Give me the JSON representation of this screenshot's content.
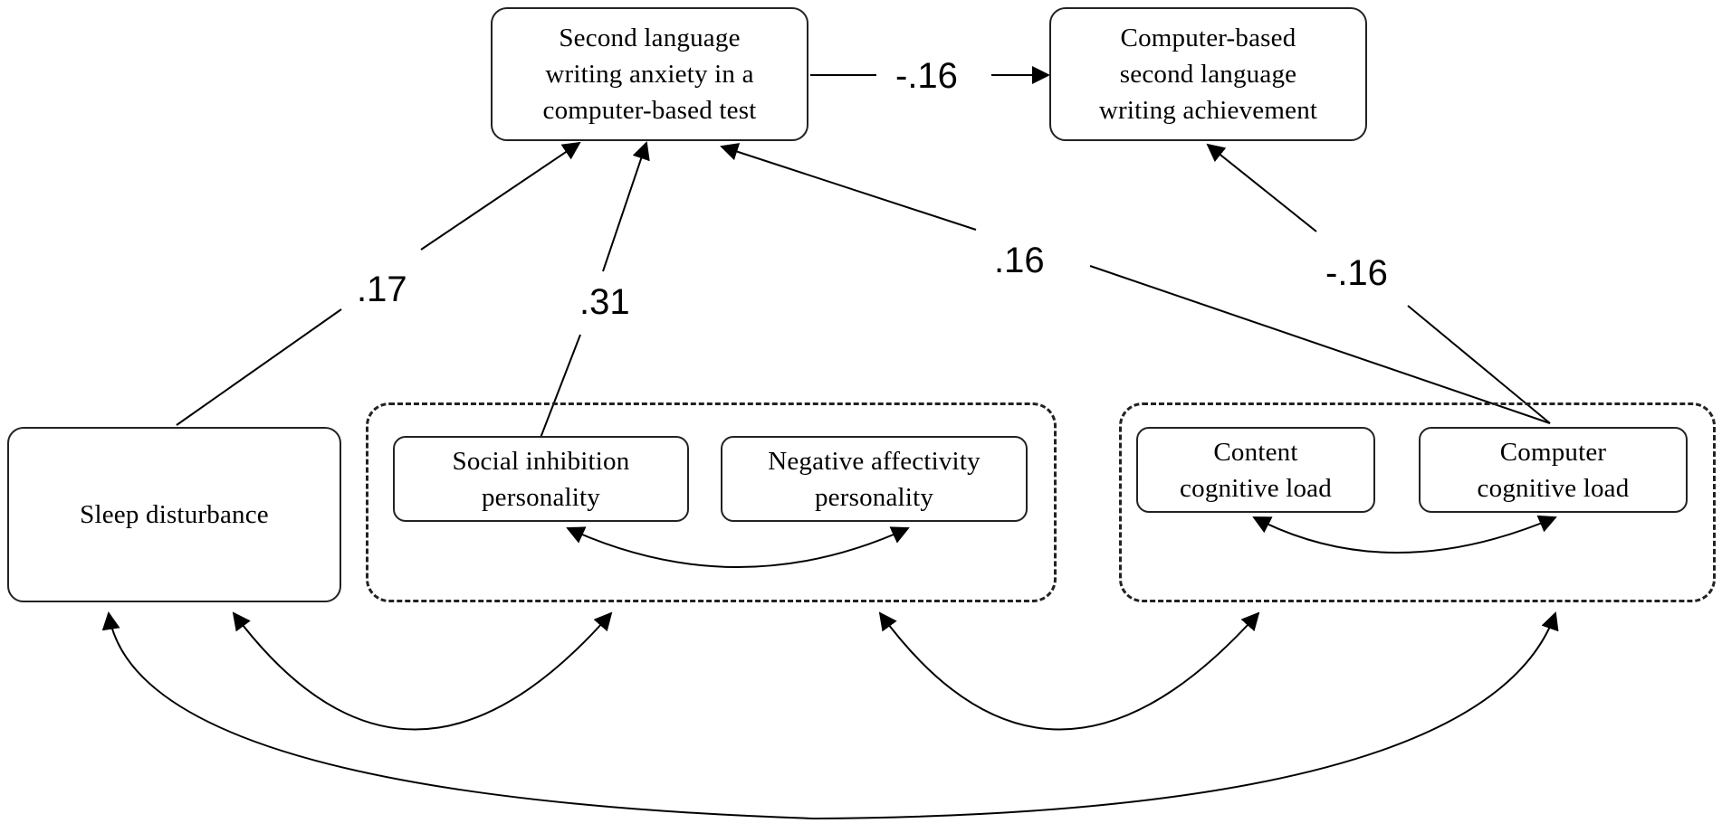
{
  "nodes": {
    "anxiety": "Second language\nwriting anxiety in a\ncomputer-based test",
    "achievement": "Computer-based\nsecond language\nwriting achievement",
    "sleep": "Sleep disturbance",
    "social_inhibition": "Social inhibition\npersonality",
    "negative_affectivity": "Negative affectivity\npersonality",
    "content_load": "Content\ncognitive load",
    "computer_load": "Computer\ncognitive load"
  },
  "paths": {
    "anxiety_to_achievement": "-.16",
    "sleep_to_anxiety": ".17",
    "social_to_anxiety": ".31",
    "computer_load_to_anxiety": ".16",
    "computer_load_to_achievement": "-.16"
  }
}
